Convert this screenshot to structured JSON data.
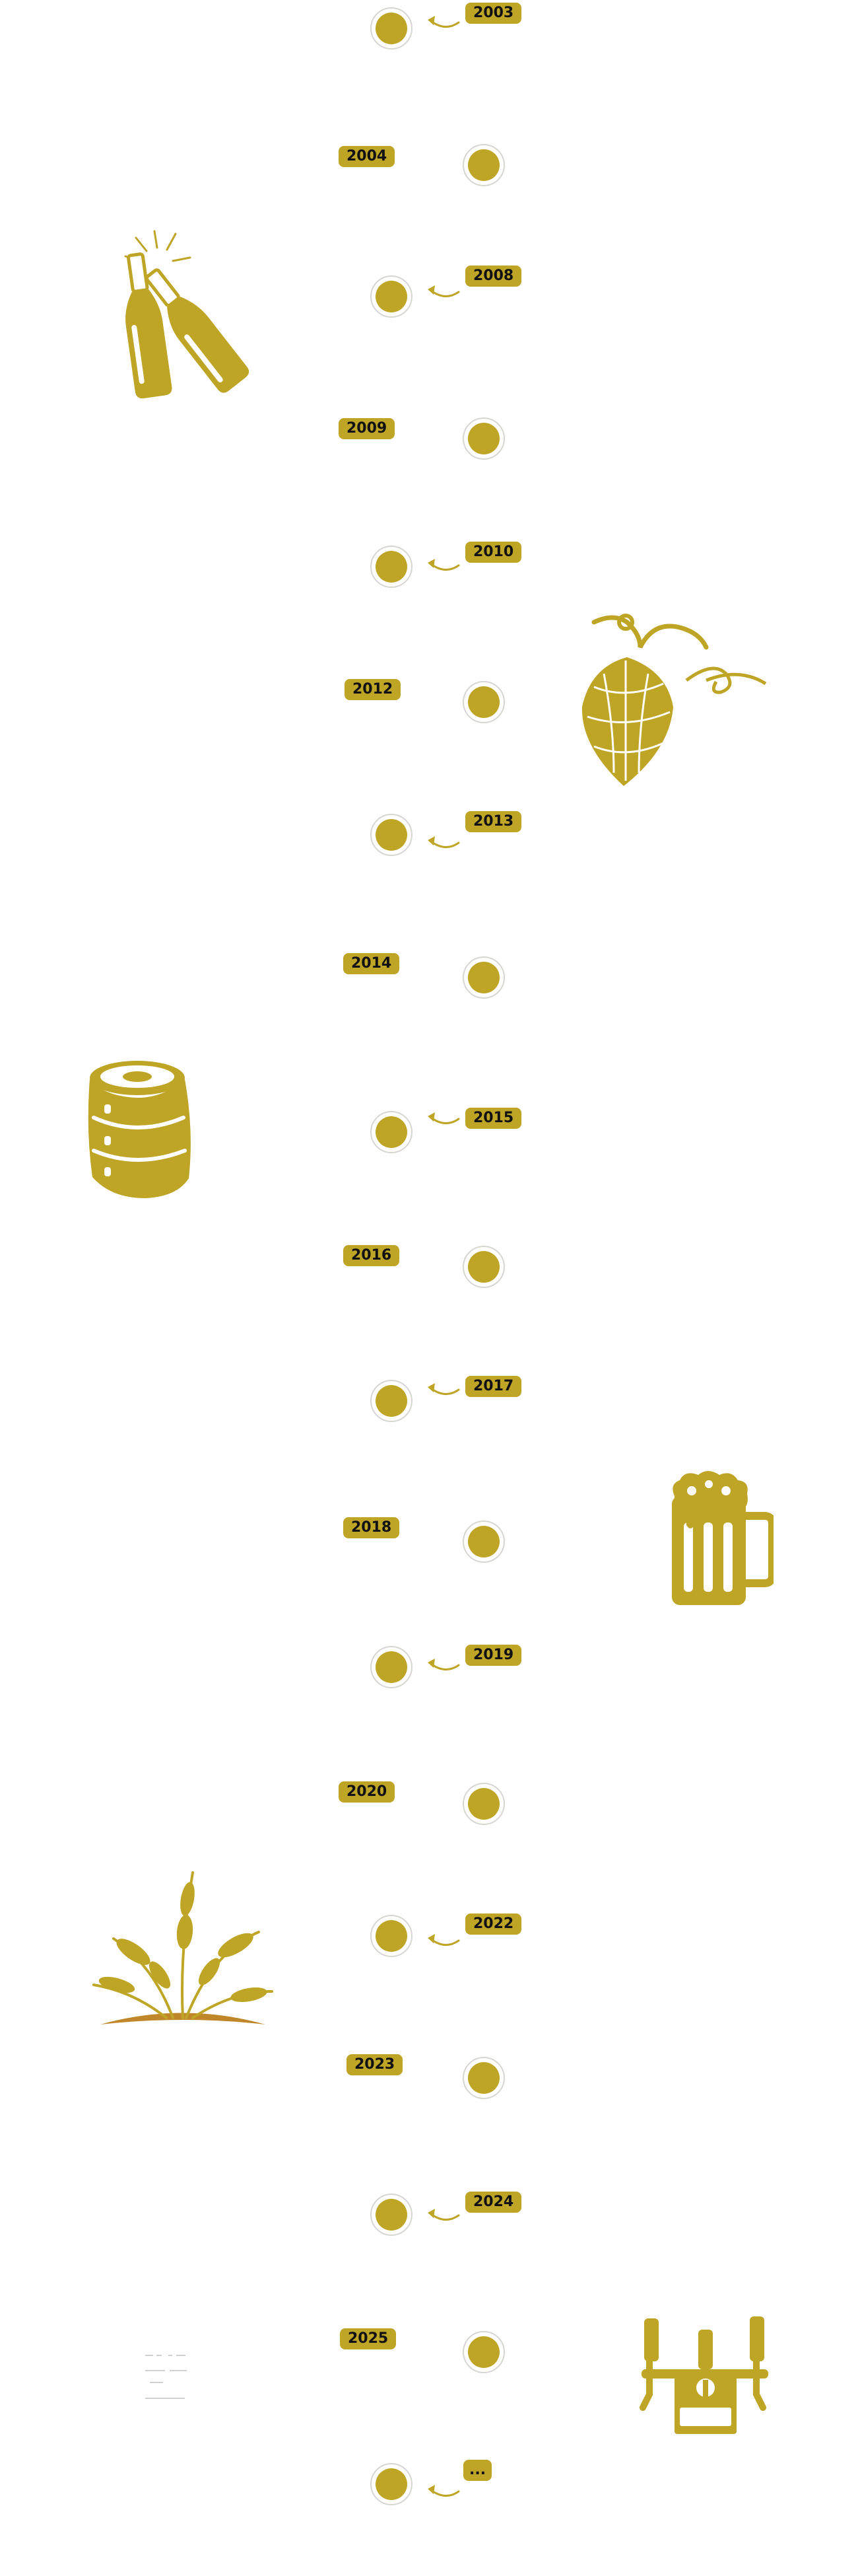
{
  "timeline": {
    "entries": [
      {
        "label": "2003",
        "side": "right"
      },
      {
        "label": "2004",
        "side": "left"
      },
      {
        "label": "2008",
        "side": "right"
      },
      {
        "label": "2009",
        "side": "left"
      },
      {
        "label": "2010",
        "side": "right"
      },
      {
        "label": "2012",
        "side": "left"
      },
      {
        "label": "2013",
        "side": "right"
      },
      {
        "label": "2014",
        "side": "left"
      },
      {
        "label": "2015",
        "side": "right"
      },
      {
        "label": "2016",
        "side": "left"
      },
      {
        "label": "2017",
        "side": "right"
      },
      {
        "label": "2018",
        "side": "left"
      },
      {
        "label": "2019",
        "side": "right"
      },
      {
        "label": "2020",
        "side": "left"
      },
      {
        "label": "2022",
        "side": "right"
      },
      {
        "label": "2023",
        "side": "left"
      },
      {
        "label": "2024",
        "side": "right"
      },
      {
        "label": "2025",
        "side": "left"
      },
      {
        "label": "...",
        "side": "right"
      }
    ]
  },
  "illustrations": [
    "beer-bottles-toast-icon",
    "hop-cone-icon",
    "beer-keg-icon",
    "beer-mug-icon",
    "wheat-icon",
    "beer-tap-icon"
  ],
  "colors": {
    "accent": "#bfa526",
    "node_ring": "#d8d6d2",
    "background": "#ffffff",
    "label_text": "#111111"
  }
}
